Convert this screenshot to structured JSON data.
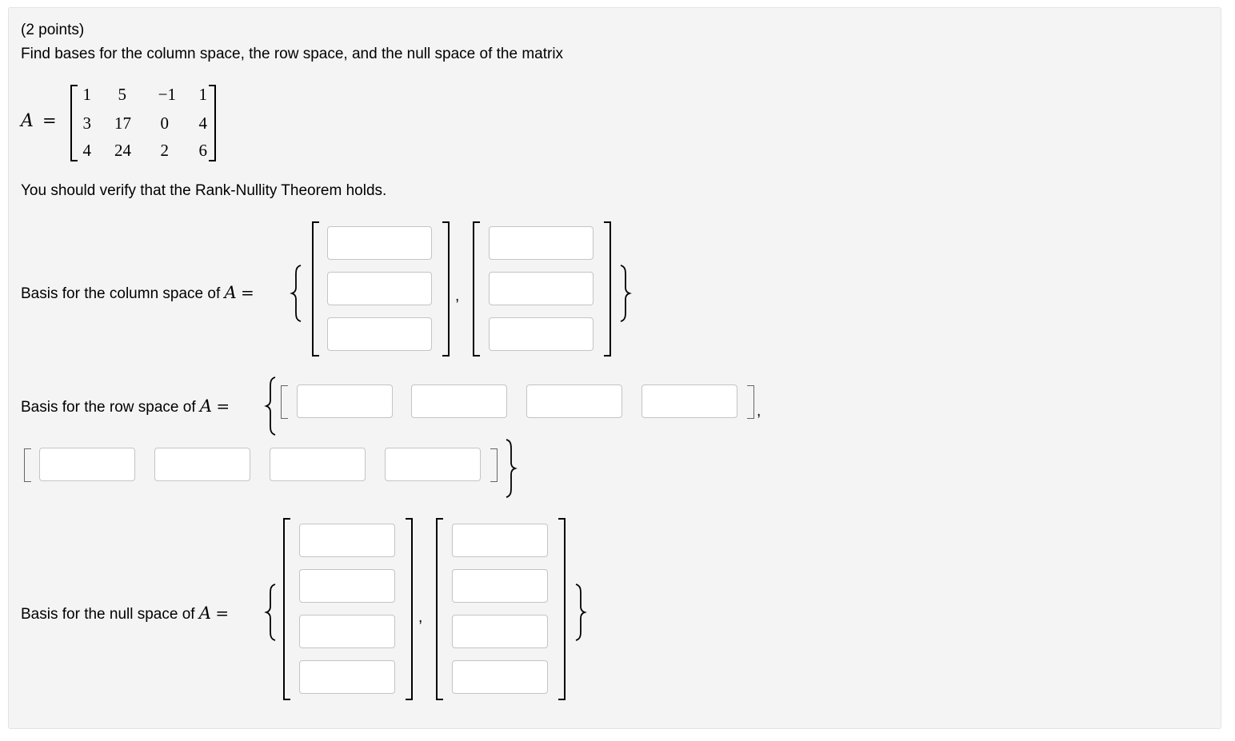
{
  "points": "(2 points)",
  "prompt": "Find bases for the column space, the row space, and the null space of the matrix",
  "matrix": {
    "label": "A",
    "equals": "=",
    "rows": [
      [
        "1",
        "5",
        "−1",
        "1"
      ],
      [
        "3",
        "17",
        "0",
        "4"
      ],
      [
        "4",
        "24",
        "2",
        "6"
      ]
    ]
  },
  "verify": "You should verify that the Rank-Nullity Theorem holds.",
  "column_space": {
    "label": "Basis for the column space of",
    "var": "A",
    "equals": "=",
    "separator": ","
  },
  "row_space": {
    "label": "Basis for the row space of",
    "var": "A",
    "equals": "=",
    "separator": ","
  },
  "null_space": {
    "label": "Basis for the null space of",
    "var": "A",
    "equals": "=",
    "separator": ","
  }
}
